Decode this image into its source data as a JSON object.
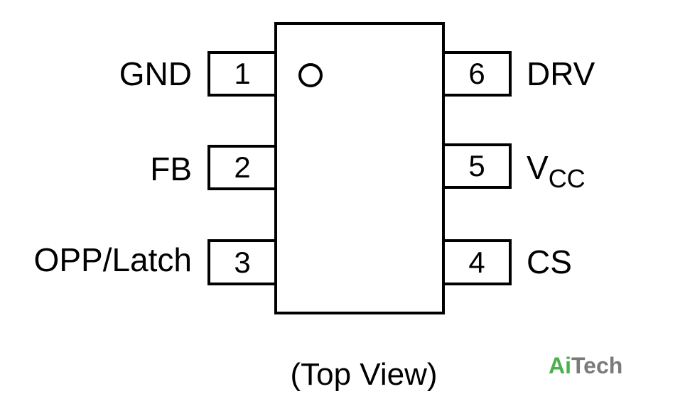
{
  "pins": [
    {
      "number": "1",
      "name": "GND",
      "side": "left"
    },
    {
      "number": "2",
      "name": "FB",
      "side": "left"
    },
    {
      "number": "3",
      "name": "OPP/Latch",
      "side": "left"
    },
    {
      "number": "4",
      "name": "CS",
      "side": "right"
    },
    {
      "number": "5",
      "name": "V",
      "name_subscript": "CC",
      "side": "right"
    },
    {
      "number": "6",
      "name": "DRV",
      "side": "right"
    }
  ],
  "caption": "(Top View)",
  "brand": {
    "prefix": "Ai",
    "suffix": "Tech",
    "prefix_color": "#4caf50",
    "suffix_color": "#7a7a7a"
  },
  "colors": {
    "stroke": "#000000",
    "background": "#ffffff"
  }
}
